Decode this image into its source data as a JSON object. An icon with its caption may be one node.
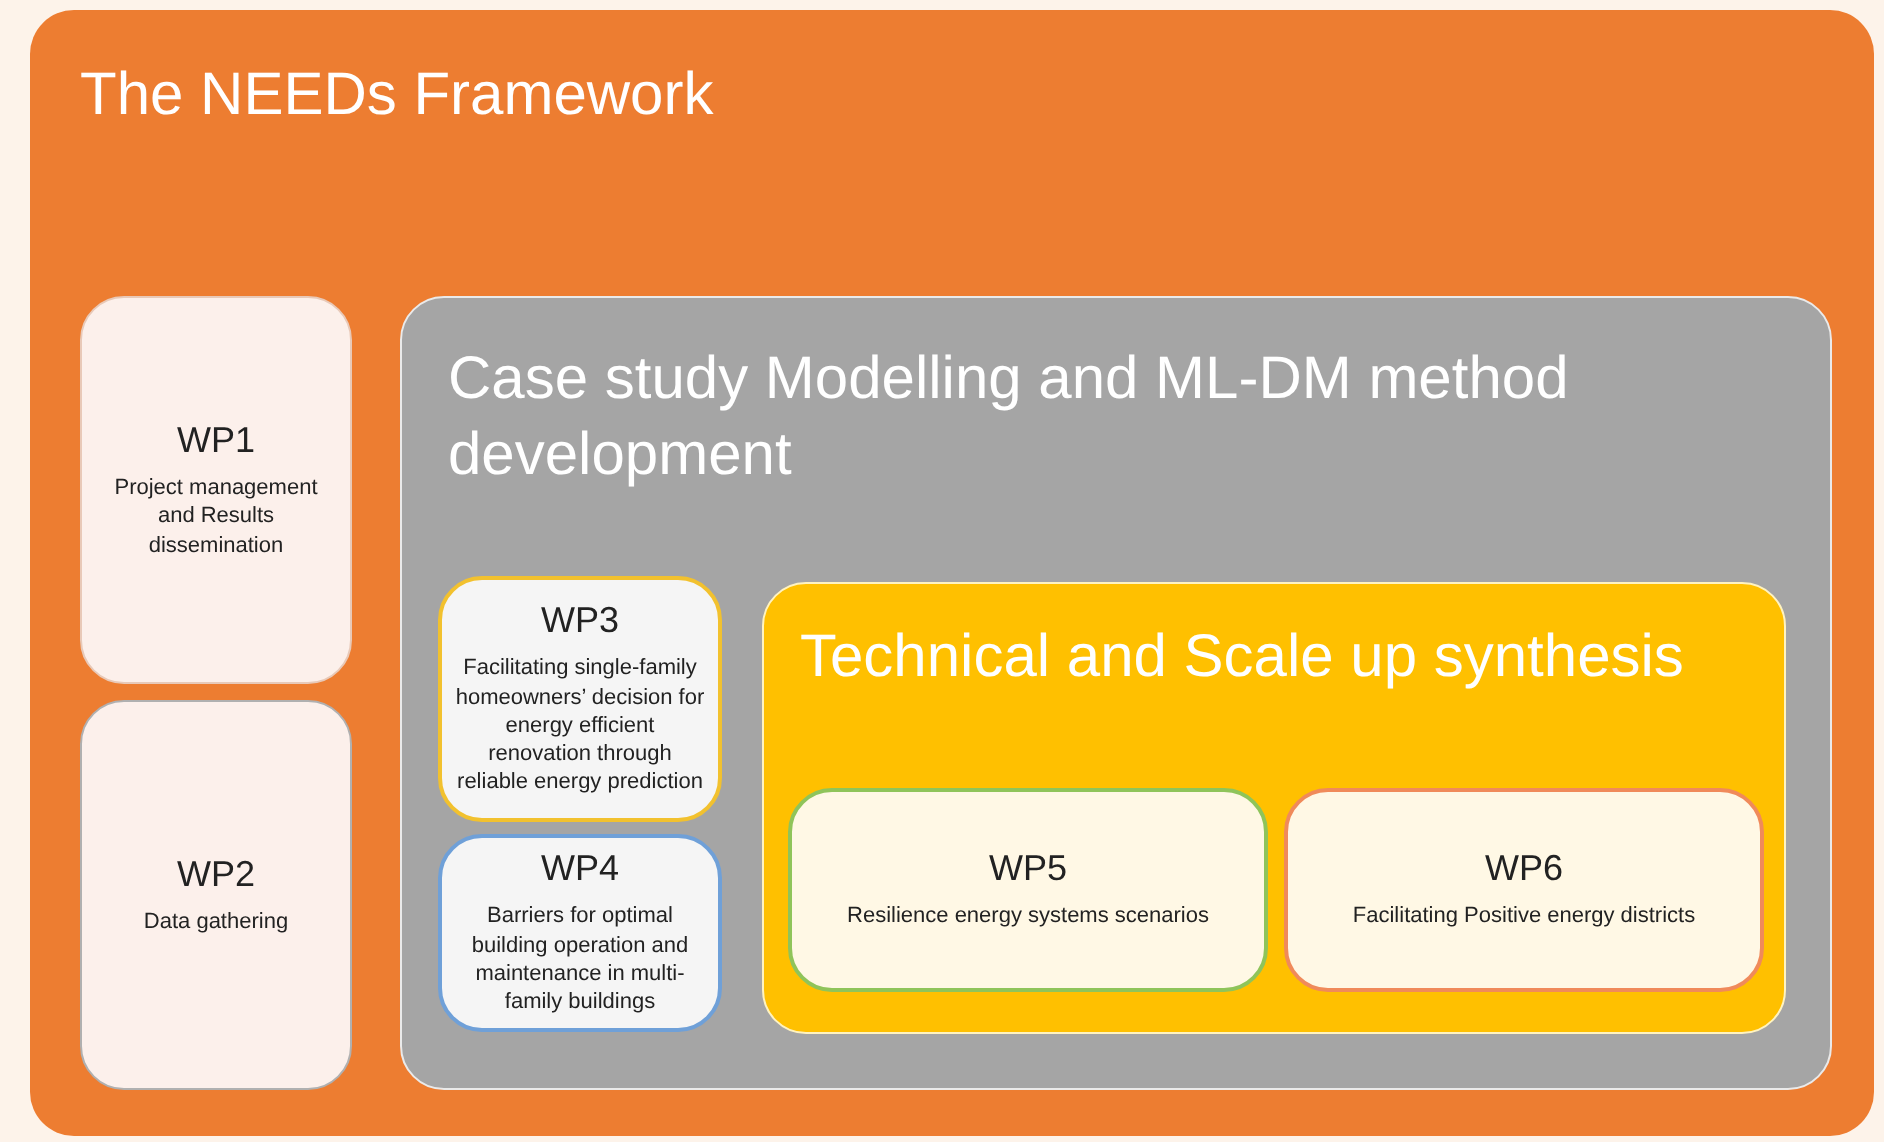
{
  "diagram": {
    "nodes": [
      {
        "text": [
          "The NEEDs Framework"
        ]
      },
      {
        "text": [
          "WP1",
          "Project management and Results dissemination"
        ],
        "in": 0
      },
      {
        "text": [
          "WP2",
          "Data gathering"
        ],
        "in": 0
      },
      {
        "text": [
          "Case study Modelling and ML-DM method development"
        ],
        "in": 0
      },
      {
        "text": [
          "WP3",
          "Facilitating single-family homeowners’ decision for energy efficient renovation through reliable energy prediction"
        ],
        "in": 3
      },
      {
        "text": [
          "WP4",
          "Barriers for optimal building operation and maintenance in multi-family buildings"
        ],
        "in": 3
      },
      {
        "text": [
          "Technical and Scale up synthesis"
        ],
        "in": 3
      },
      {
        "text": [
          "WP5",
          "Resilience energy systems scenarios"
        ],
        "in": 6
      },
      {
        "text": [
          "WP6",
          "Facilitating Positive energy districts"
        ],
        "in": 6
      }
    ]
  }
}
